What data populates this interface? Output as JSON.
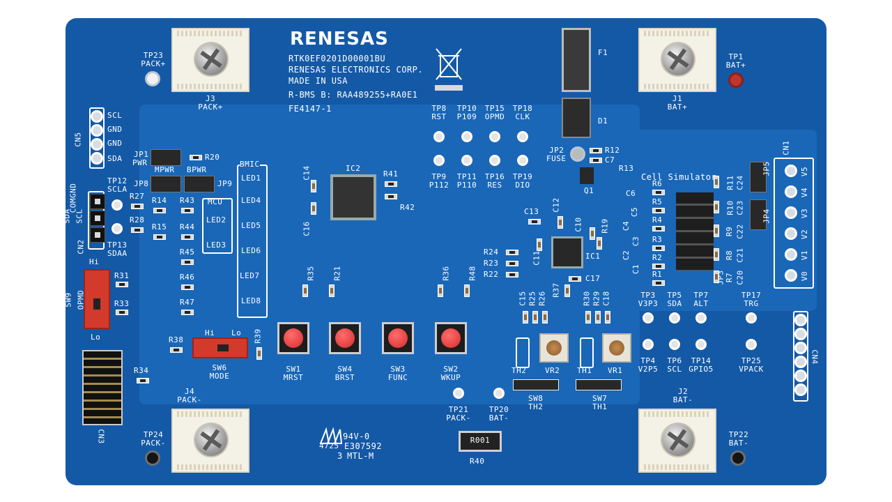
{
  "brand": "RENESAS",
  "board_lines": [
    "RTK0EF0201D00001BU",
    "RENESAS ELECTRONICS CORP.",
    "MADE IN USA",
    "R-BMS B: RAA489255+RA0E1",
    "FE4147-1"
  ],
  "terminals": {
    "j3": [
      "J3",
      "PACK+"
    ],
    "j1": [
      "J1",
      "BAT+"
    ],
    "j4": [
      "J4",
      "PACK-"
    ],
    "j2": [
      "J2",
      "BAT-"
    ]
  },
  "tp": {
    "tp23": [
      "TP23",
      "PACK+"
    ],
    "tp1": [
      "TP1",
      "BAT+"
    ],
    "tp24": [
      "TP24",
      "PACK-"
    ],
    "tp22": [
      "TP22",
      "BAT-"
    ],
    "tp12": [
      "TP12",
      "SCLA"
    ],
    "tp13": [
      "TP13",
      "SDAA"
    ],
    "tp8": [
      "TP8",
      "RST"
    ],
    "tp10": [
      "TP10",
      "P109"
    ],
    "tp15": [
      "TP15",
      "OPMD"
    ],
    "tp18": [
      "TP18",
      "CLK"
    ],
    "tp9": [
      "TP9",
      "P112"
    ],
    "tp11": [
      "TP11",
      "P110"
    ],
    "tp16": [
      "TP16",
      "RES"
    ],
    "tp19": [
      "TP19",
      "DIO"
    ],
    "tp3": [
      "TP3",
      "V3P3"
    ],
    "tp5": [
      "TP5",
      "SDA"
    ],
    "tp7": [
      "TP7",
      "ALT"
    ],
    "tp17": [
      "TP17",
      "TRG"
    ],
    "tp4": [
      "TP4",
      "V2P5"
    ],
    "tp6": [
      "TP6",
      "SCL"
    ],
    "tp14": [
      "TP14",
      "GPIO5"
    ],
    "tp25": [
      "TP25",
      "VPACK"
    ],
    "tp21": [
      "TP21",
      "PACK-"
    ],
    "tp20": [
      "TP20",
      "BAT-"
    ]
  },
  "cn5": {
    "name": "CN5",
    "pins": [
      "SCL",
      "GND",
      "GND",
      "SDA"
    ]
  },
  "cn2": {
    "name": "CN2",
    "pins": [
      "SDA",
      "COMGND",
      "SCL"
    ]
  },
  "cn1": {
    "name": "CN1",
    "pins": [
      "V5",
      "V4",
      "V3",
      "V2",
      "V1",
      "V0"
    ]
  },
  "cn3": "CN3",
  "cn4": "CN4",
  "jumpers": {
    "jp1": [
      "JP1",
      "PWR"
    ],
    "jp8": "JP8",
    "jp9": "JP9",
    "mpwr": "MPWR",
    "bpwr": "BPWR",
    "jp2": [
      "JP2",
      "FUSE"
    ],
    "jp3": "JP3",
    "jp4": "JP4",
    "jp5": "JP5"
  },
  "bmic": {
    "title": "BMIC",
    "leds": [
      "LED1",
      "LED4",
      "LED5",
      "LED6",
      "LED7",
      "LED8"
    ]
  },
  "mcu": {
    "title": "MCU",
    "leds": [
      "LED2",
      "LED3"
    ]
  },
  "resistors": {
    "r20": "R20",
    "r27": "R27",
    "r14": "R14",
    "r43": "R43",
    "r28": "R28",
    "r15": "R15",
    "r44": "R44",
    "r45": "R45",
    "r46": "R46",
    "r47": "R47",
    "r31": "R31",
    "r33": "R33",
    "r34": "R34",
    "r38": "R38",
    "r39": "R39",
    "r35": "R35",
    "r21": "R21",
    "r36": "R36",
    "r48": "R48",
    "r41": "R41",
    "r42": "R42",
    "r24": "R24",
    "r23": "R23",
    "r22": "R22",
    "r19": "R19",
    "r37": "R37",
    "r12": "R12",
    "r13": "R13",
    "r6": "R6",
    "r5": "R5",
    "r4": "R4",
    "r3": "R3",
    "r2": "R2",
    "r1": "R1",
    "r11": "R11",
    "r10": "R10",
    "r9": "R9",
    "r8": "R8",
    "r7": "R7",
    "r25": "R25",
    "r26": "R26",
    "r30": "R30",
    "r29": "R29",
    "r40": "R40"
  },
  "caps": {
    "c14": "C14",
    "c16": "C16",
    "c13": "C13",
    "c12": "C12",
    "c10": "C10",
    "c11": "C11",
    "c17": "C17",
    "c7": "C7",
    "c6": "C6",
    "c5": "C5",
    "c4": "C4",
    "c3": "C3",
    "c2": "C2",
    "c1": "C1",
    "c24": "C24",
    "c23": "C23",
    "c22": "C22",
    "c21": "C21",
    "c20": "C20",
    "c15": "C15",
    "c18": "C18"
  },
  "ics": {
    "ic1": "IC1",
    "ic2": "IC2",
    "q1": "Q1",
    "f1": "F1",
    "d1": "D1"
  },
  "cell_sim": "Cell Simulator",
  "switches": {
    "sw9": [
      "SW9",
      "OPMD"
    ],
    "sw9_hi": "Hi",
    "sw9_lo": "Lo",
    "sw6": [
      "SW6",
      "MODE"
    ],
    "sw6_hi": "Hi",
    "sw6_lo": "Lo",
    "sw1": [
      "SW1",
      "MRST"
    ],
    "sw4": [
      "SW4",
      "BRST"
    ],
    "sw3": [
      "SW3",
      "FUNC"
    ],
    "sw2": [
      "SW2",
      "WKUP"
    ],
    "sw8": [
      "SW8",
      "TH2"
    ],
    "sw7": [
      "SW7",
      "TH1"
    ]
  },
  "pots": {
    "vr2": "VR2",
    "vr1": "VR1",
    "th2": "TH2",
    "th1": "TH1"
  },
  "ul_mark": [
    "94V-0",
    "E307592",
    "MTL-M"
  ],
  "ul_prefix": "4725",
  "ul_digit": "3",
  "r40_marking": "R001",
  "colors": {
    "pcb": "#1459a6",
    "silk": "#ffffff",
    "button_cap": "#d72b2b",
    "switch": "#d23a2c"
  }
}
